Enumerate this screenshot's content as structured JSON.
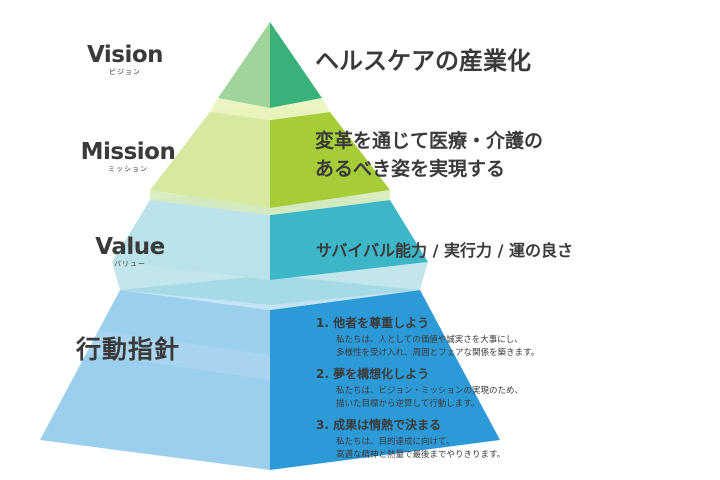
{
  "labels": {
    "vision": {
      "en": "Vision",
      "jp": "ビジョン"
    },
    "mission": {
      "en": "Mission",
      "jp": "ミッション"
    },
    "value": {
      "en": "Value",
      "jp": "バリュー"
    },
    "conduct": {
      "jp": "行動指針"
    }
  },
  "content": {
    "vision": "ヘルスケアの産業化",
    "mission_line1": "変革を通じて医療・介護の",
    "mission_line2": "あるべき姿を実現する",
    "value": "サバイバル能力 / 実行力 / 運の良さ",
    "points": [
      {
        "title": "1. 他者を尊重しよう",
        "line1": "私たちは、人としての価値や誠実さを大事にし、",
        "line2": "多様性を受け入れ、周囲とフェアな関係を築きます。"
      },
      {
        "title": "2. 夢を構想化しよう",
        "line1": "私たちは、ビジョン・ミッションの実現のため、",
        "line2": "描いた目標から逆算して行動します。"
      },
      {
        "title": "3. 成果は情熱で決まる",
        "line1": "私たちは、目的達成に向けて、",
        "line2": "高邁な精神と熱量で最後までやりきります。"
      }
    ]
  },
  "colors": {
    "vision_left": "#a9d9a0",
    "vision_right": "#3ab37a",
    "mission_left": "#dbe9a6",
    "mission_right": "#a9ce3c",
    "value_left": "#b7e2e6",
    "value_right": "#3fb8c8",
    "conduct_left": "#7ec0e8",
    "conduct_right": "#1f8fd0"
  }
}
